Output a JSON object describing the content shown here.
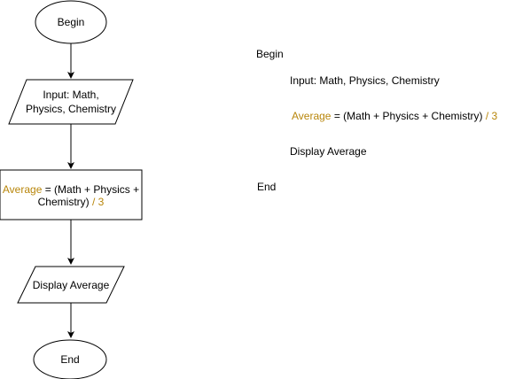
{
  "flowchart": {
    "begin": "Begin",
    "input_line1": "Input: Math,",
    "input_line2": "Physics, Chemistry",
    "process_line1_var": "Average",
    "process_line1_rest": " = (Math + Physics +",
    "process_line2_rest": "Chemistry)",
    "process_line2_div": " / 3",
    "output": "Display Average",
    "end": "End"
  },
  "pseudocode": {
    "begin": "Begin",
    "input": "Input: Math, Physics, Chemistry",
    "assign_var": "Average",
    "assign_expr": " = (Math + Physics + Chemistry)",
    "assign_div": " / 3",
    "display": "Display Average",
    "end": "End"
  },
  "colors": {
    "variable_highlight": "#B8860B",
    "stroke": "#000000",
    "background": "#FFFFFF"
  }
}
